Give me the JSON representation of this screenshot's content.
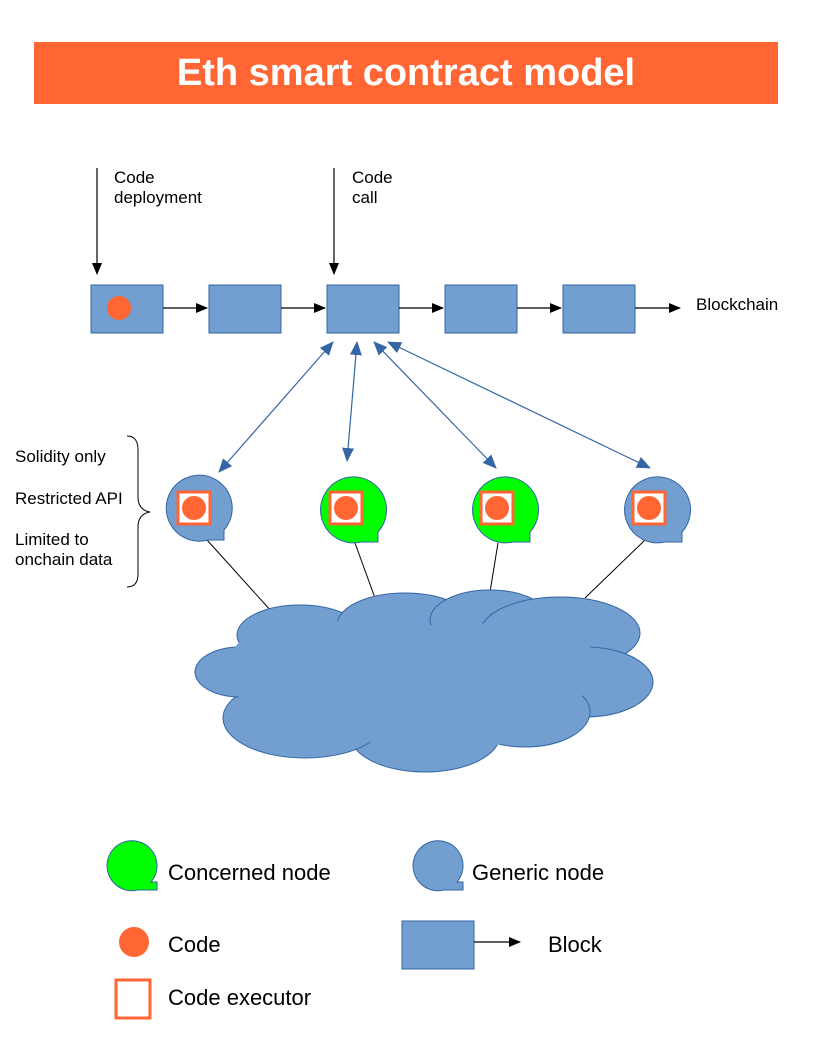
{
  "title": "Eth smart contract model",
  "labels": {
    "code_deployment": [
      "Code",
      "deployment"
    ],
    "code_call": [
      "Code",
      "call"
    ],
    "blockchain": "Blockchain",
    "solidity_only": "Solidity only",
    "restricted_api": "Restricted API",
    "limited_to": [
      "Limited to",
      "onchain data"
    ]
  },
  "legend": {
    "concerned_node": "Concerned node",
    "generic_node": "Generic node",
    "code": "Code",
    "block": "Block",
    "code_executor": "Code executor"
  },
  "nodes": [
    {
      "type": "generic"
    },
    {
      "type": "concerned"
    },
    {
      "type": "concerned"
    },
    {
      "type": "generic"
    }
  ],
  "colors": {
    "accent": "#ff6633",
    "block": "#729fcf",
    "block_stroke": "#3465a4",
    "concerned": "#00ff00",
    "generic": "#729fcf",
    "arrow": "#3465a4"
  }
}
